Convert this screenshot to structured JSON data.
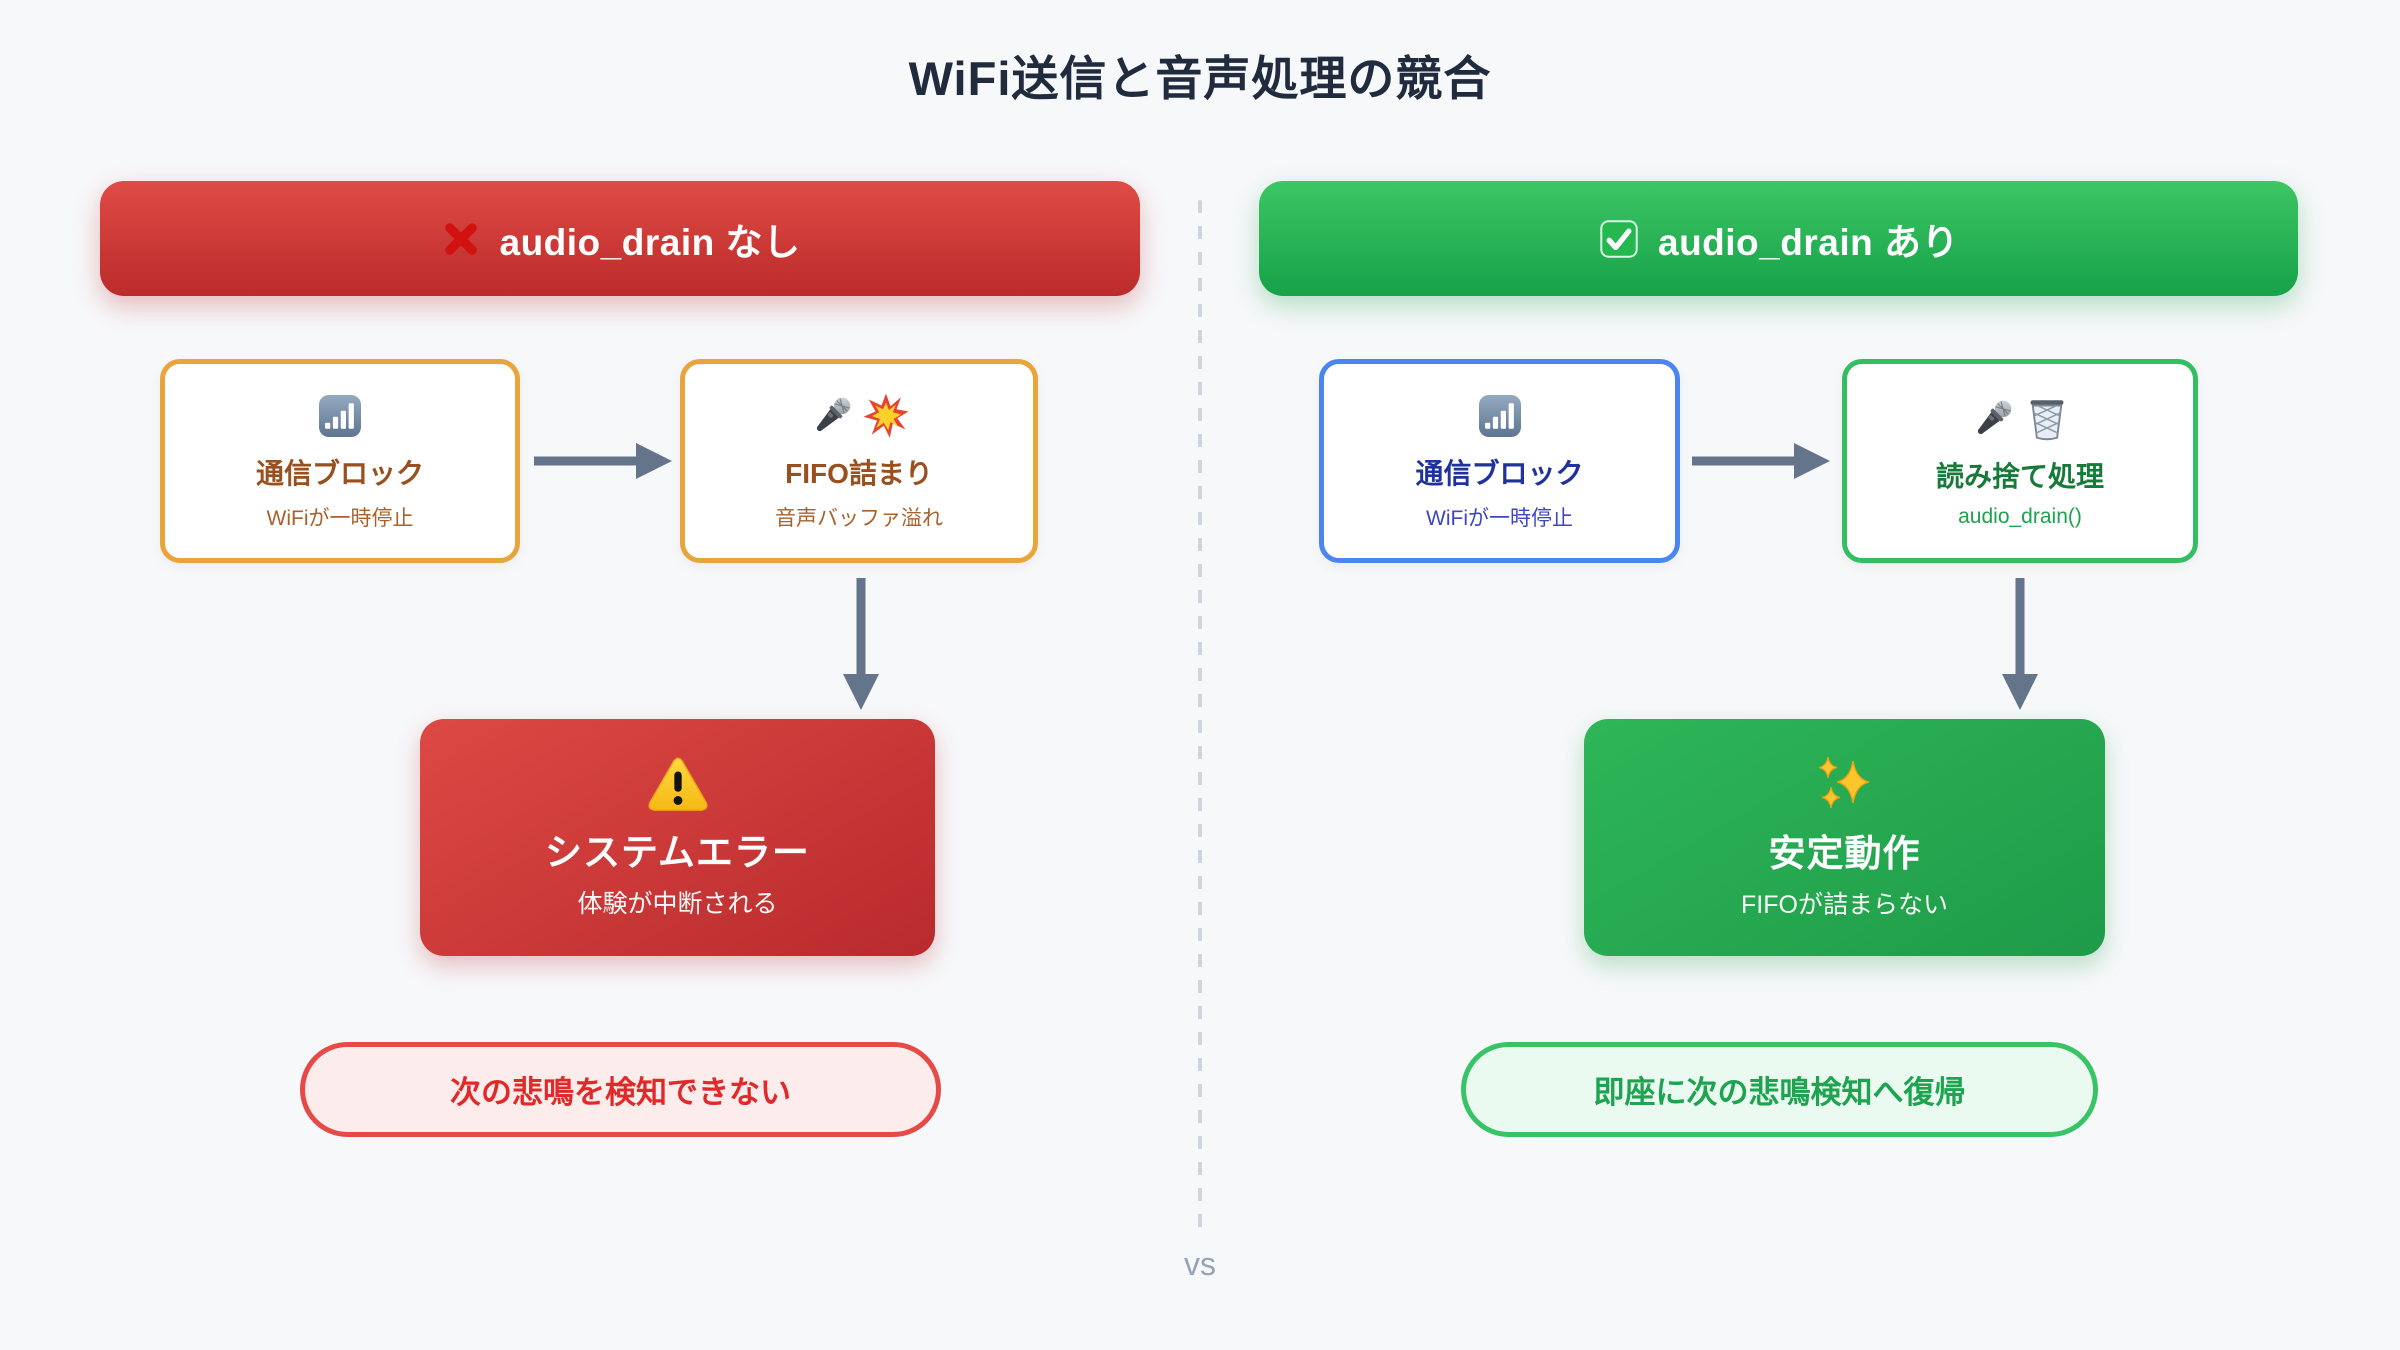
{
  "page": {
    "title": "WiFi送信と音声処理の競合",
    "vs_label": "vs",
    "background_color": "#f7f8fa",
    "divider_color": "#ccd5e0",
    "arrow_color": "#64748b"
  },
  "left_panel": {
    "header": {
      "icon": "cross-mark-icon",
      "label": "audio_drain なし",
      "gradient_top": "#e04b45",
      "gradient_bottom": "#bb2b2b"
    },
    "nodes": [
      {
        "icons": [
          "signal-bars-icon"
        ],
        "title": "通信ブロック",
        "subtitle": "WiFiが一時停止",
        "border_color": "#e9a43c",
        "title_color": "#9a4f1e",
        "subtitle_color": "#a8622d"
      },
      {
        "icons": [
          "microphone-icon",
          "collision-icon"
        ],
        "title": "FIFO詰まり",
        "subtitle": "音声バッファ溢れ",
        "border_color": "#e9a43c",
        "title_color": "#9a4f1e",
        "subtitle_color": "#a8622d"
      }
    ],
    "result": {
      "icon": "warning-icon",
      "title": "システムエラー",
      "subtitle": "体験が中断される",
      "gradient_top": "#dd4944",
      "gradient_bottom": "#b92a2d"
    },
    "outcome": {
      "label": "次の悲鳴を検知できない",
      "text_color": "#e02a2a",
      "border_color": "#e64a47",
      "background_color": "#fdecec"
    }
  },
  "right_panel": {
    "header": {
      "icon": "check-mark-icon",
      "label": "audio_drain あり",
      "gradient_top": "#3cc664",
      "gradient_bottom": "#17a149"
    },
    "nodes": [
      {
        "icons": [
          "signal-bars-icon"
        ],
        "title": "通信ブロック",
        "subtitle": "WiFiが一時停止",
        "border_color": "#4b86f0",
        "title_color": "#1f339b",
        "subtitle_color": "#3f46c2"
      },
      {
        "icons": [
          "microphone-icon",
          "wastebasket-icon"
        ],
        "title": "読み捨て処理",
        "subtitle": "audio_drain()",
        "border_color": "#33bf61",
        "title_color": "#167a38",
        "subtitle_color": "#1da24e"
      }
    ],
    "result": {
      "icon": "sparkles-icon",
      "title": "安定動作",
      "subtitle": "FIFOが詰まらない",
      "gradient_top": "#2eb658",
      "gradient_bottom": "#1e9b49"
    },
    "outcome": {
      "label": "即座に次の悲鳴検知へ復帰",
      "text_color": "#1ea351",
      "border_color": "#38c367",
      "background_color": "#eafaf0"
    }
  }
}
